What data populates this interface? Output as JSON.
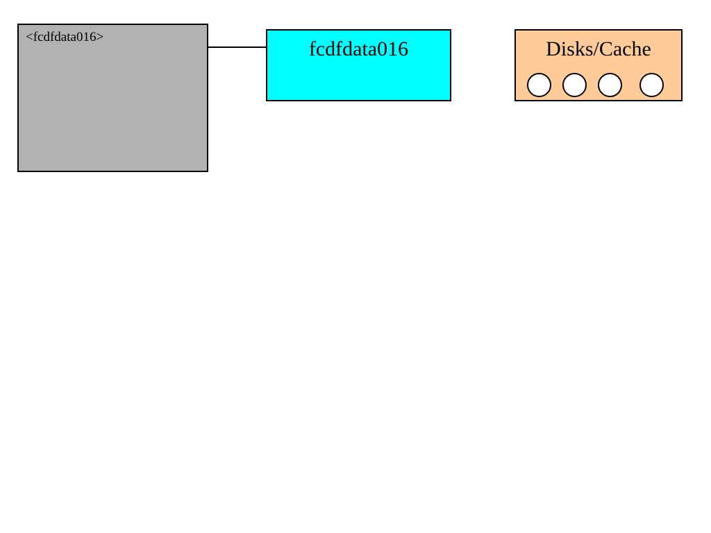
{
  "group": {
    "label": "<fcdfdata016>",
    "fill_color": "#b2b2b2"
  },
  "host": {
    "label": "fcdfdata016",
    "fill_color": "#00ffff"
  },
  "storage": {
    "label": "Disks/Cache",
    "fill_color": "#ffcc99",
    "disk_count": 4
  },
  "colors": {
    "border": "#000000",
    "disk_fill": "#ffffff",
    "background": "#ffffff"
  }
}
